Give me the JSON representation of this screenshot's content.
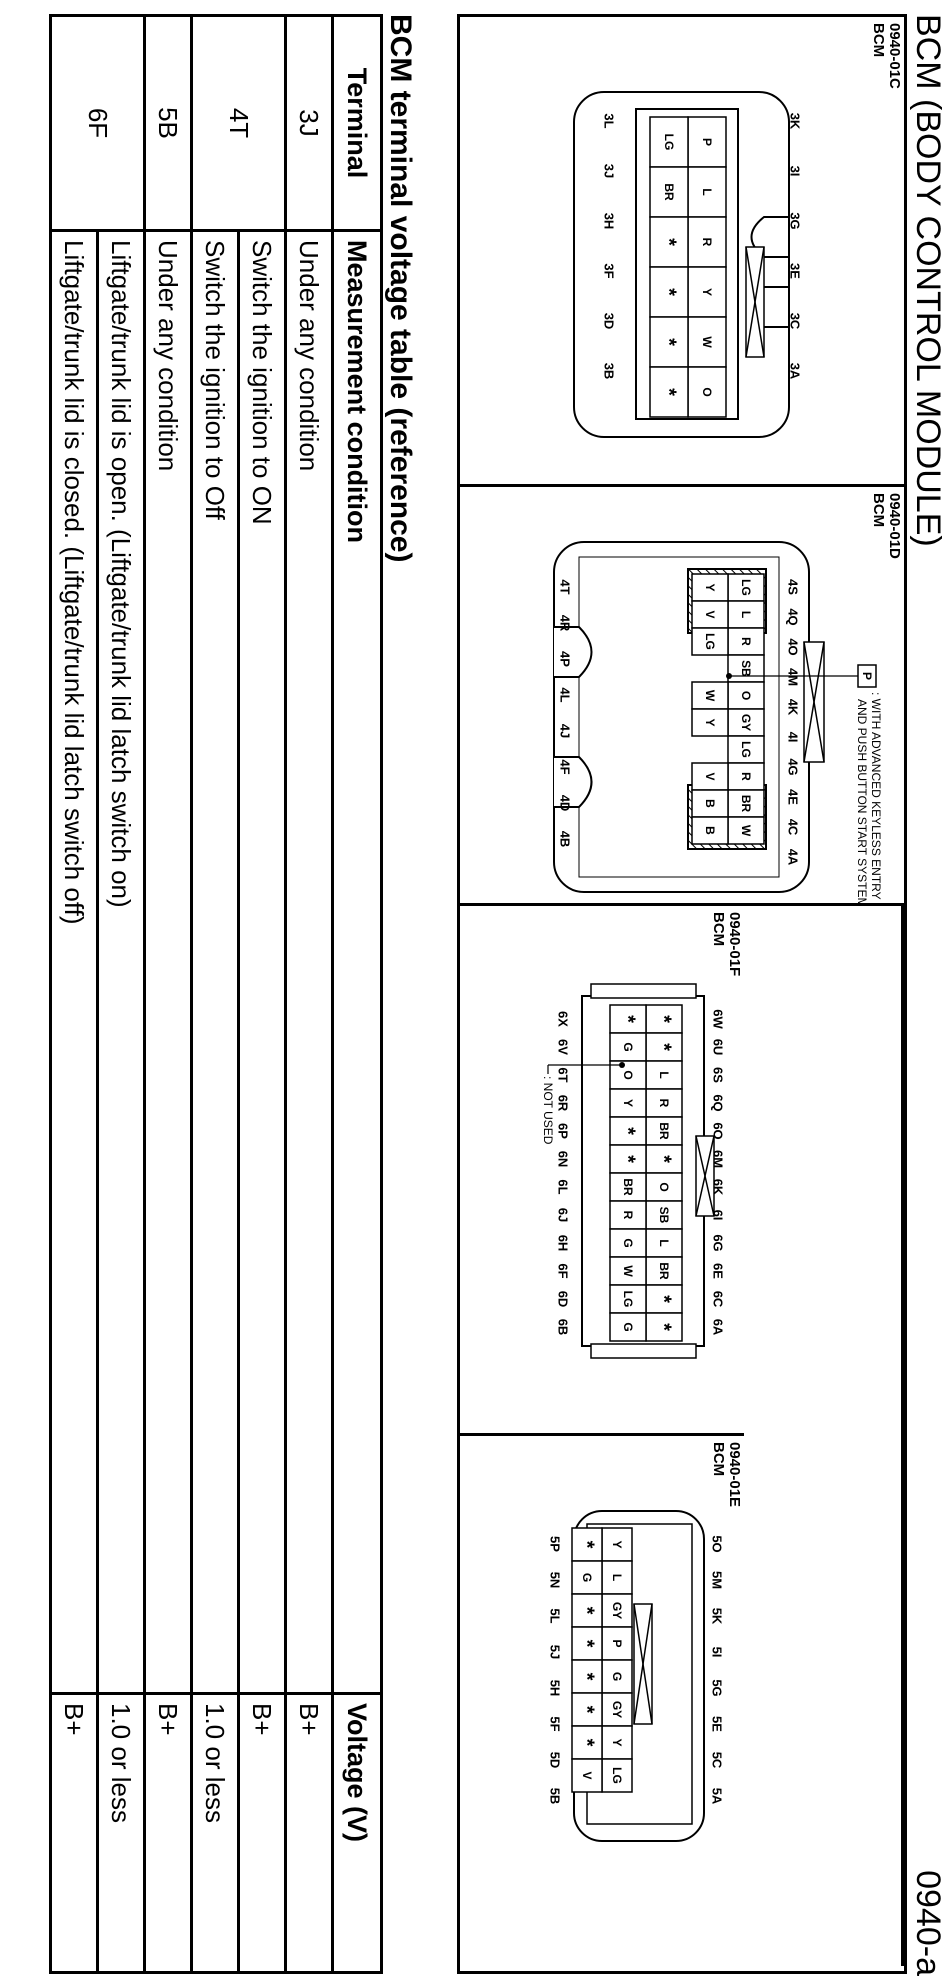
{
  "page": {
    "title": "BCM (BODY CONTROL MODULE)",
    "code": "0940-a"
  },
  "connectors": [
    {
      "code": "0940-01C",
      "name": "BCM",
      "top_labels": [
        "3K",
        "3I",
        "3G",
        "3E",
        "3C",
        "3A"
      ],
      "bottom_labels": [
        "3L",
        "3J",
        "3H",
        "3F",
        "3D",
        "3B"
      ],
      "rows": [
        [
          "P",
          "L",
          "R",
          "Y",
          "W",
          "O"
        ],
        [
          "LG",
          "BR",
          "*",
          "*",
          "*",
          "*"
        ]
      ]
    },
    {
      "code": "0940-01D",
      "name": "BCM",
      "top_labels": [
        "4S",
        "4Q",
        "4O",
        "4M",
        "4K",
        "4I",
        "4G",
        "4E",
        "4C",
        "4A"
      ],
      "bottom_labels": [
        "4T",
        "4R",
        "4P",
        "4L",
        "4J",
        "4F",
        "4D",
        "4B"
      ],
      "rows": [
        [
          "LG",
          "L",
          "R",
          "SB",
          "O",
          "GY",
          "LG",
          "R",
          "BR",
          "W"
        ],
        [
          "Y",
          "V",
          "LG",
          "",
          "W",
          "Y",
          "",
          "V",
          "B",
          "B"
        ]
      ],
      "note_symbol": "P",
      "note_line1": ": WITH ADVANCED KEYLESS ENTRY",
      "note_line2": "AND PUSH BUTTON START SYSTEM"
    },
    {
      "code": "0940-01E",
      "name": "BCM",
      "top_labels": [
        "5O",
        "5M",
        "5K",
        "5I",
        "5G",
        "5E",
        "5C",
        "5A"
      ],
      "bottom_labels": [
        "5P",
        "5N",
        "5L",
        "5J",
        "5H",
        "5F",
        "5D",
        "5B"
      ],
      "rows": [
        [
          "Y",
          "L",
          "GY",
          "P",
          "G",
          "GY",
          "Y",
          "LG"
        ],
        [
          "*",
          "G",
          "*",
          "*",
          "*",
          "*",
          "*",
          "V"
        ]
      ]
    },
    {
      "code": "0940-01F",
      "name": "BCM",
      "top_labels": [
        "6W",
        "6U",
        "6S",
        "6Q",
        "6O",
        "6M",
        "6K",
        "6I",
        "6G",
        "6E",
        "6C",
        "6A"
      ],
      "bottom_labels": [
        "6X",
        "6V",
        "6T",
        "6R",
        "6P",
        "6N",
        "6L",
        "6J",
        "6H",
        "6F",
        "6D",
        "6B"
      ],
      "rows": [
        [
          "*",
          "*",
          "L",
          "R",
          "BR",
          "*",
          "O",
          "SB",
          "L",
          "BR",
          "*",
          "*"
        ],
        [
          "*",
          "G",
          "O",
          "Y",
          "*",
          "*",
          "BR",
          "R",
          "G",
          "W",
          "LG",
          "G"
        ]
      ],
      "note": ": NOT USED"
    }
  ],
  "table": {
    "title": "BCM terminal voltage table (reference)",
    "headers": [
      "Terminal",
      "Measurement condition",
      "Voltage (V)"
    ],
    "rows": [
      {
        "terminal": "3J",
        "condition": "Under any condition",
        "voltage": "B+"
      },
      {
        "terminal": "4T",
        "condition": "Switch the ignition to ON",
        "voltage": "B+"
      },
      {
        "terminal": "",
        "condition": "Switch the ignition to Off",
        "voltage": "1.0 or less"
      },
      {
        "terminal": "5B",
        "condition": "Under any condition",
        "voltage": "B+"
      },
      {
        "terminal": "6F",
        "condition": "Liftgate/trunk lid is open. (Liftgate/trunk lid latch switch on)",
        "voltage": "1.0 or less"
      },
      {
        "terminal": "",
        "condition": "Liftgate/trunk lid is closed. (Liftgate/trunk lid latch switch off)",
        "voltage": "B+"
      }
    ]
  }
}
